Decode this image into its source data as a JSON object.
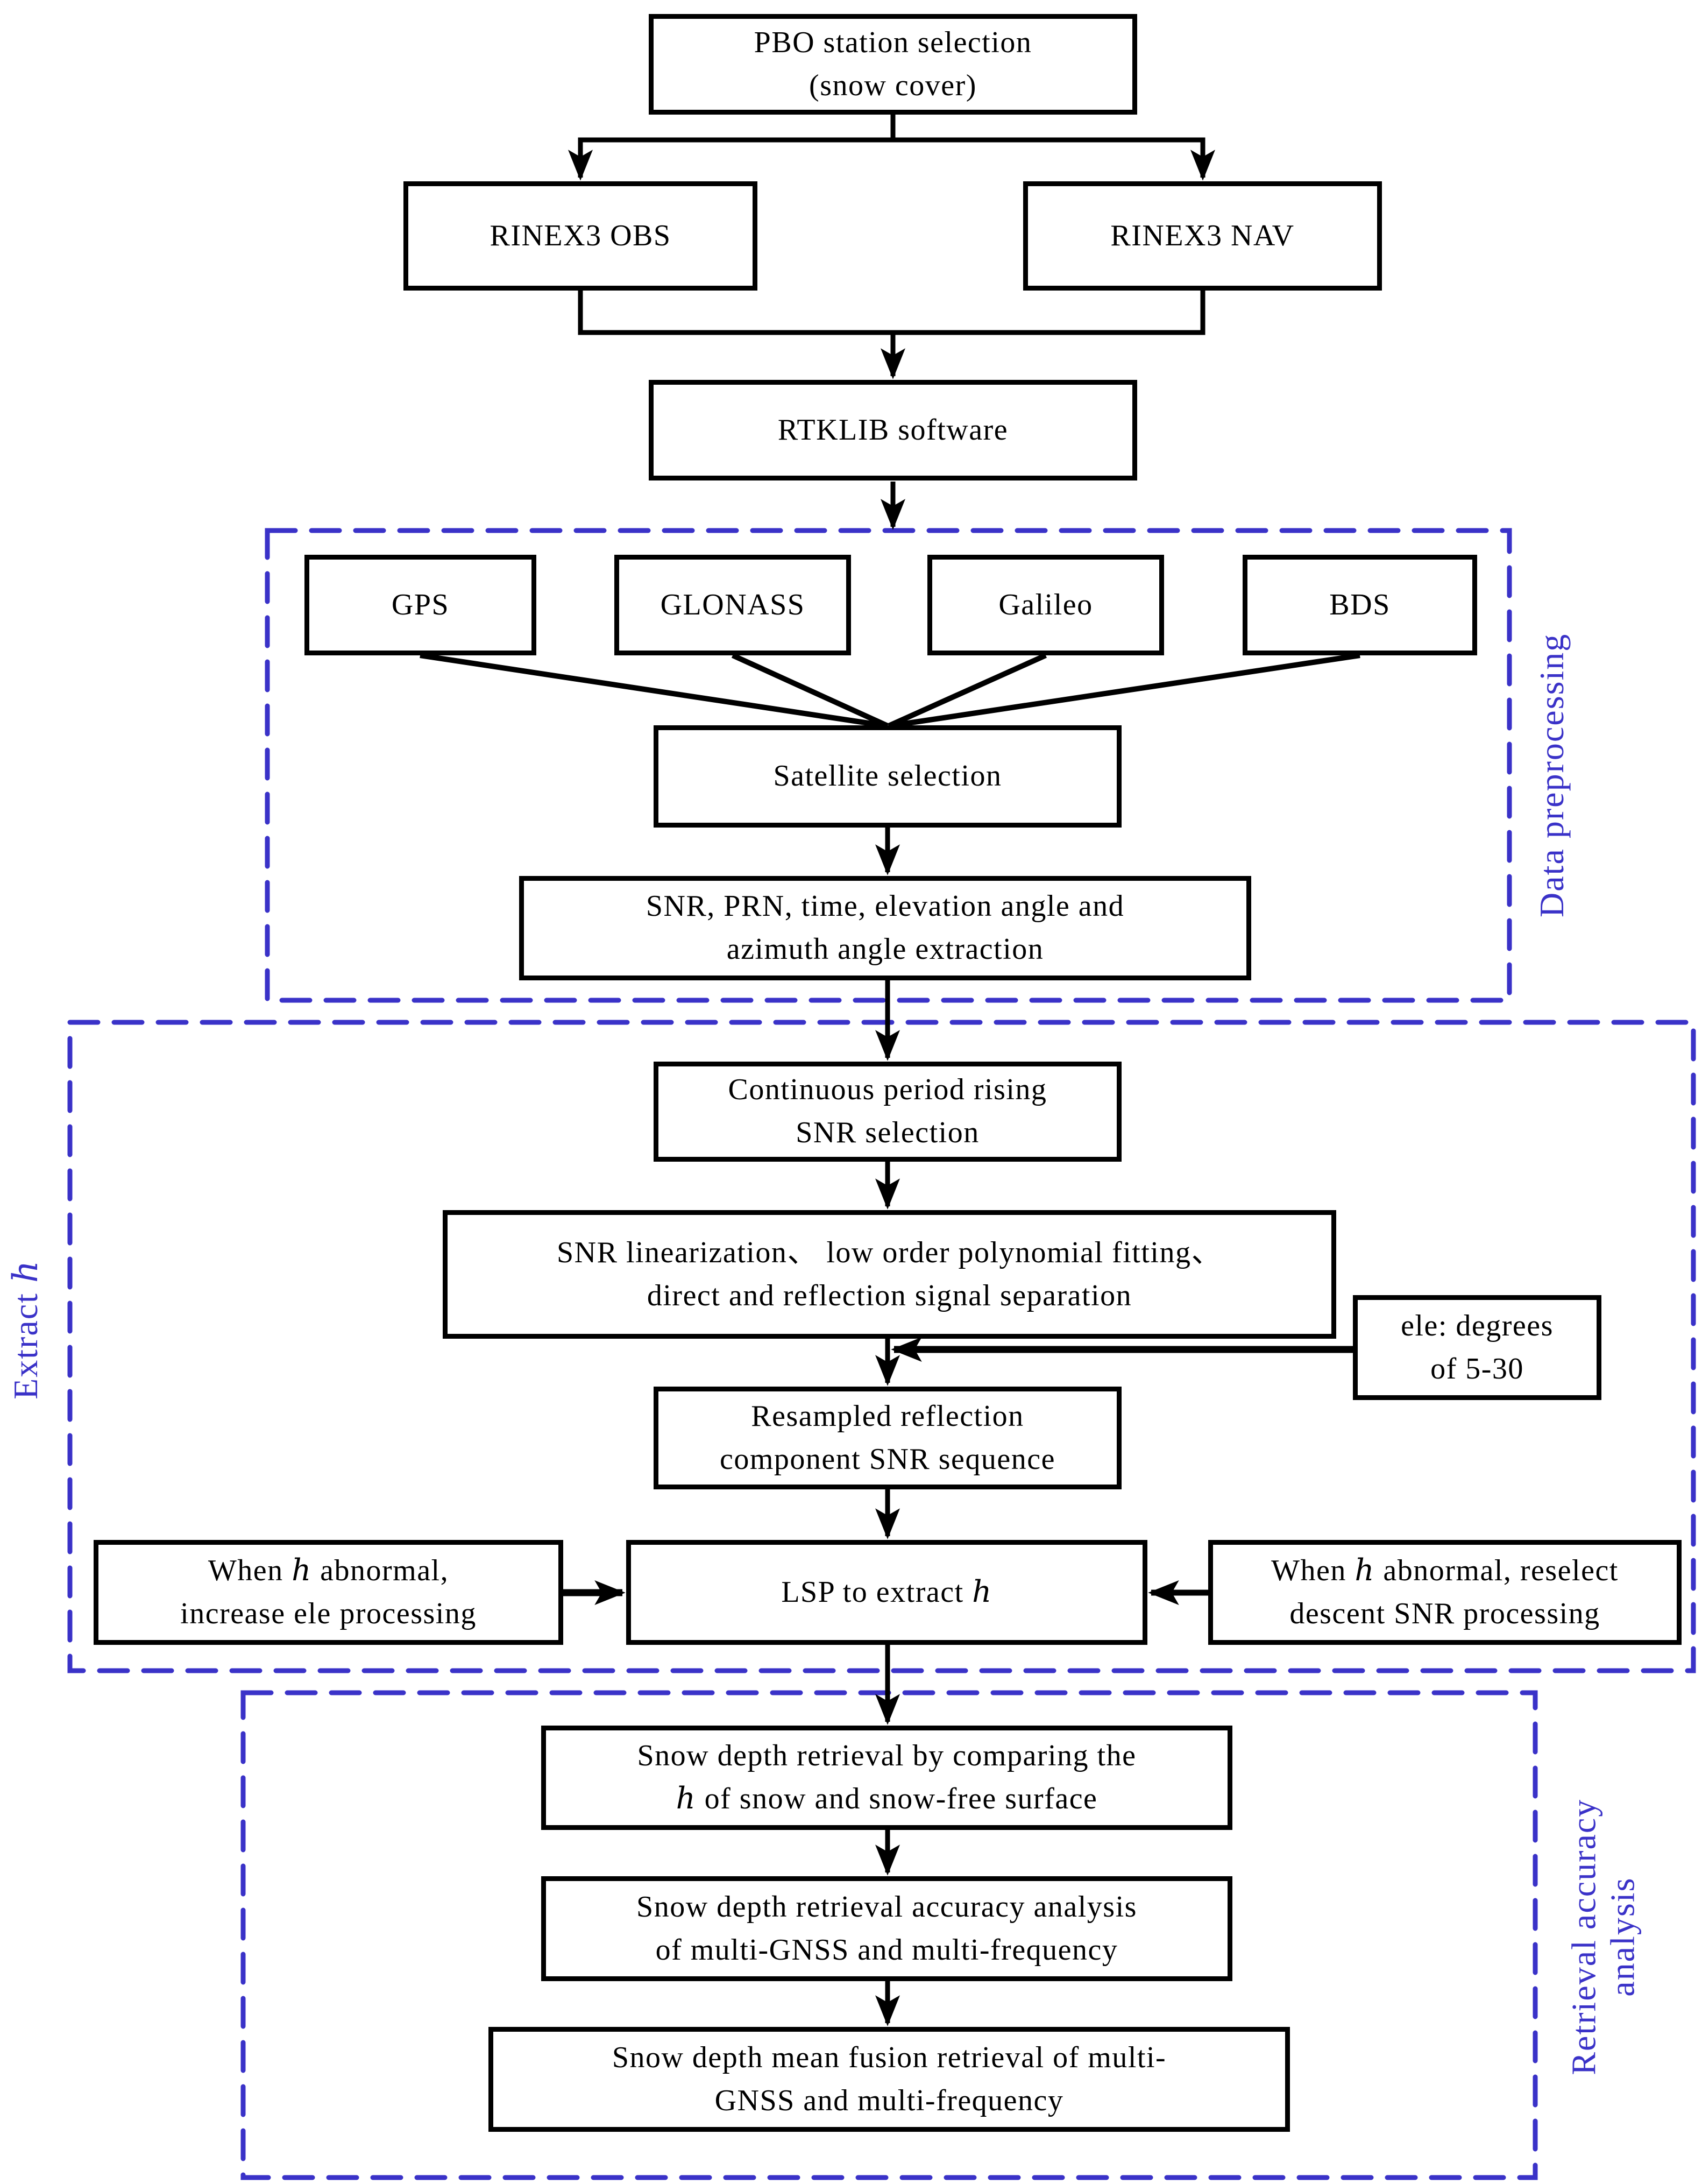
{
  "palette": {
    "accent_blue": "#3a32c8",
    "box_border": "#000000",
    "background": "#ffffff"
  },
  "diagram": {
    "nodes": {
      "pbo": "PBO station selection\n(snow cover)",
      "rinex_obs": "RINEX3 OBS",
      "rinex_nav": "RINEX3 NAV",
      "rtklib": "RTKLIB software",
      "gps": "GPS",
      "glonass": "GLONASS",
      "galileo": "Galileo",
      "bds": "BDS",
      "satellite_selection": "Satellite selection",
      "snr_extraction": "SNR, PRN, time, elevation angle and\nazimuth angle extraction",
      "continuous_rising": "Continuous period rising\nSNR selection",
      "snr_linearization": "SNR linearization、 low order polynomial fitting、\ndirect and reflection signal separation",
      "ele_note": "ele: degrees\nof 5-30",
      "resampled": "Resampled reflection\ncomponent SNR sequence",
      "when_left": "When ℎ abnormal,\nincrease ele processing",
      "lsp": "LSP to extract ℎ",
      "when_right": "When ℎ abnormal, reselect\ndescent SNR processing",
      "snow_compare": "Snow depth retrieval by comparing the\nℎ of snow and snow-free surface",
      "snow_accuracy": "Snow depth retrieval accuracy analysis\nof multi-GNSS and multi-frequency",
      "snow_fusion": "Snow depth mean fusion retrieval of multi-\nGNSS and multi-frequency"
    },
    "sections": {
      "data_preprocessing": "Data preprocessing",
      "extract_h": "Extract ℎ",
      "retrieval_accuracy": "Retrieval accuracy\nanalysis"
    }
  }
}
